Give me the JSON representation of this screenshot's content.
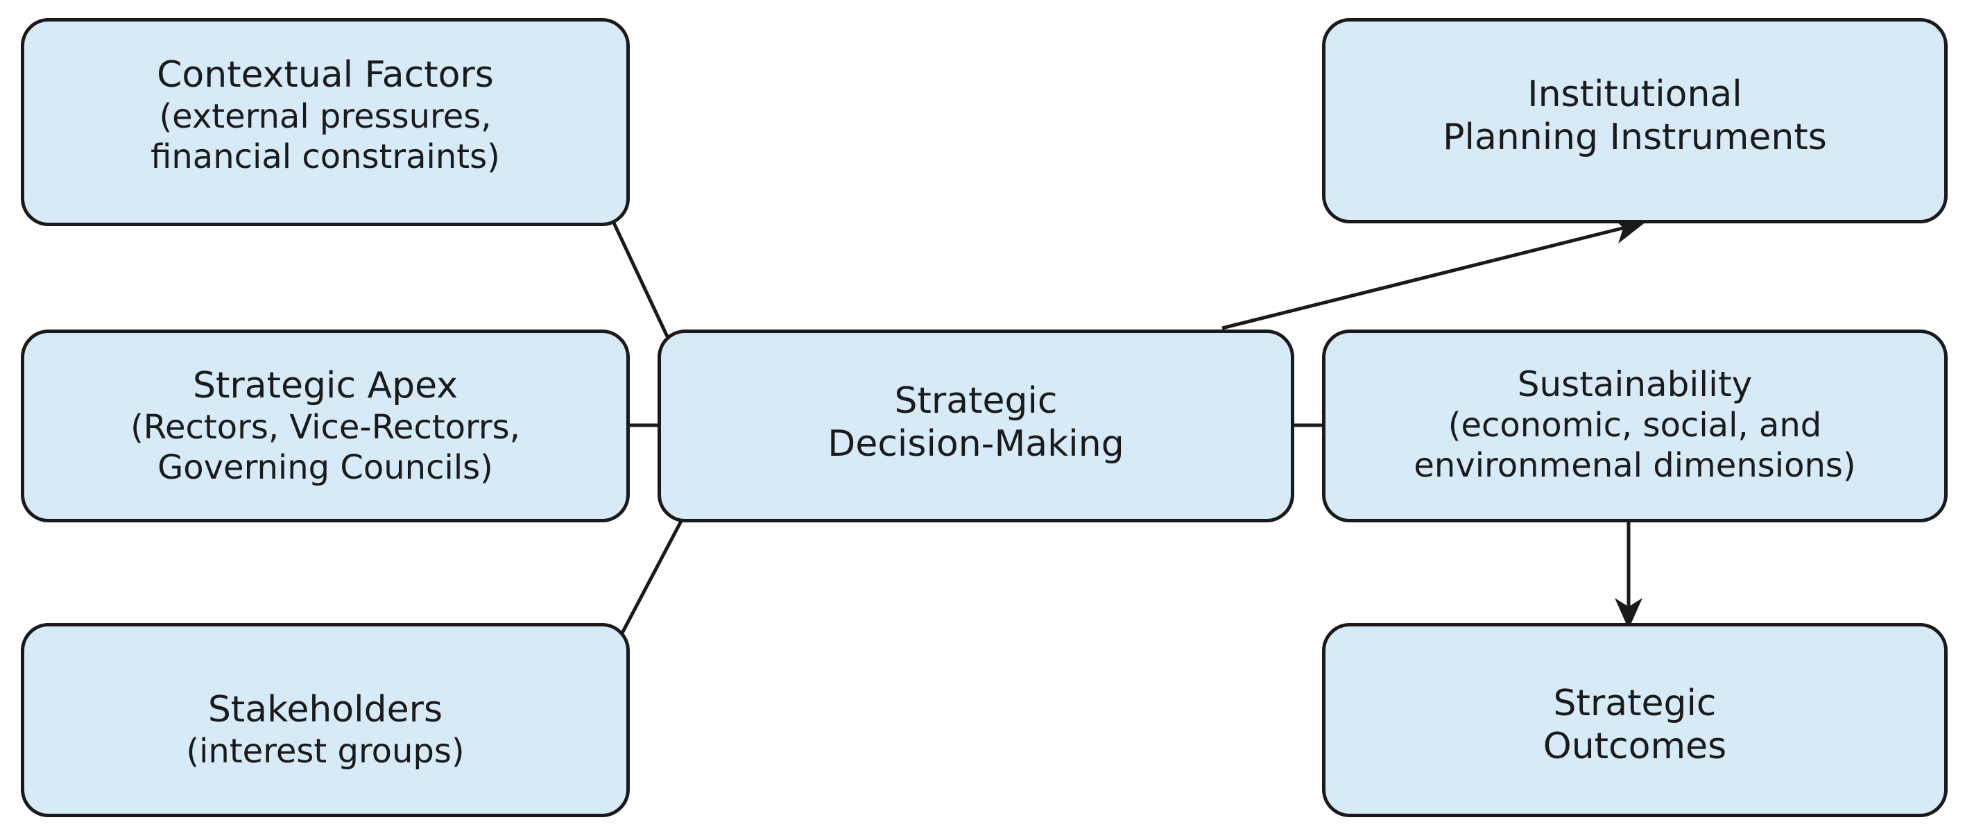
{
  "diagram": {
    "nodes": {
      "contextual": {
        "title": "Contextual Factors",
        "subtitle": "(external pressures,\nfinancial constraints)"
      },
      "apex": {
        "title": "Strategic Apex",
        "subtitle": "(Rectors, Vice-Rectorrs,\nGoverning Councils)"
      },
      "stakeholders": {
        "title": "Stakeholders",
        "subtitle": "(interest groups)"
      },
      "decision_making": {
        "title": "Strategic\nDecision-Making"
      },
      "planning_instruments": {
        "title": "Institutional\nPlanning Instruments"
      },
      "sustainability": {
        "title": "Sustainability",
        "subtitle": "(economic, social, and\nenvironmenal dimensions)"
      },
      "outcomes": {
        "title": "Strategic\nOutcomes"
      }
    },
    "edges": [
      {
        "from": "contextual",
        "to": "decision_making",
        "arrow": false
      },
      {
        "from": "apex",
        "to": "decision_making",
        "arrow": true
      },
      {
        "from": "stakeholders",
        "to": "decision_making",
        "arrow": false
      },
      {
        "from": "decision_making",
        "to": "planning_instruments",
        "arrow": true
      },
      {
        "from": "decision_making",
        "to": "sustainability",
        "arrow": true
      },
      {
        "from": "sustainability",
        "to": "outcomes",
        "arrow": true
      }
    ],
    "colors": {
      "box_fill": "#d6eaf8",
      "stroke": "#1a1a1a"
    }
  }
}
